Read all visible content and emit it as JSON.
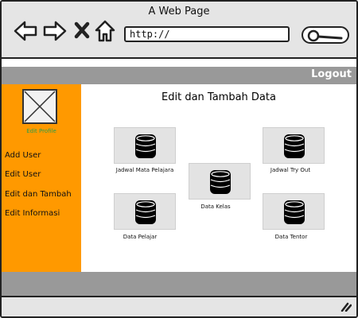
{
  "window": {
    "title": "A Web Page"
  },
  "browser": {
    "url_value": "http://"
  },
  "header": {
    "logout_label": "Logout"
  },
  "sidebar": {
    "profile_label": "Edit Profile",
    "items": [
      {
        "label": "Add User"
      },
      {
        "label": "Edit User"
      },
      {
        "label": "Edit dan Tambah"
      },
      {
        "label": "Edit Informasi"
      }
    ]
  },
  "main": {
    "title": "Edit dan Tambah Data",
    "tiles": [
      {
        "label": "Jadwal Mata Pelajara",
        "icon": "database-icon"
      },
      {
        "label": "Jadwal Try Out",
        "icon": "database-icon"
      },
      {
        "label": "Data Kelas",
        "icon": "database-icon"
      },
      {
        "label": "Data Pelajar",
        "icon": "database-icon"
      },
      {
        "label": "Data Tentor",
        "icon": "database-icon"
      }
    ]
  },
  "colors": {
    "sidebar": "#ff9900",
    "bars": "#999999",
    "chrome": "#e5e5e5",
    "profile_label": "#2a9d4a"
  }
}
